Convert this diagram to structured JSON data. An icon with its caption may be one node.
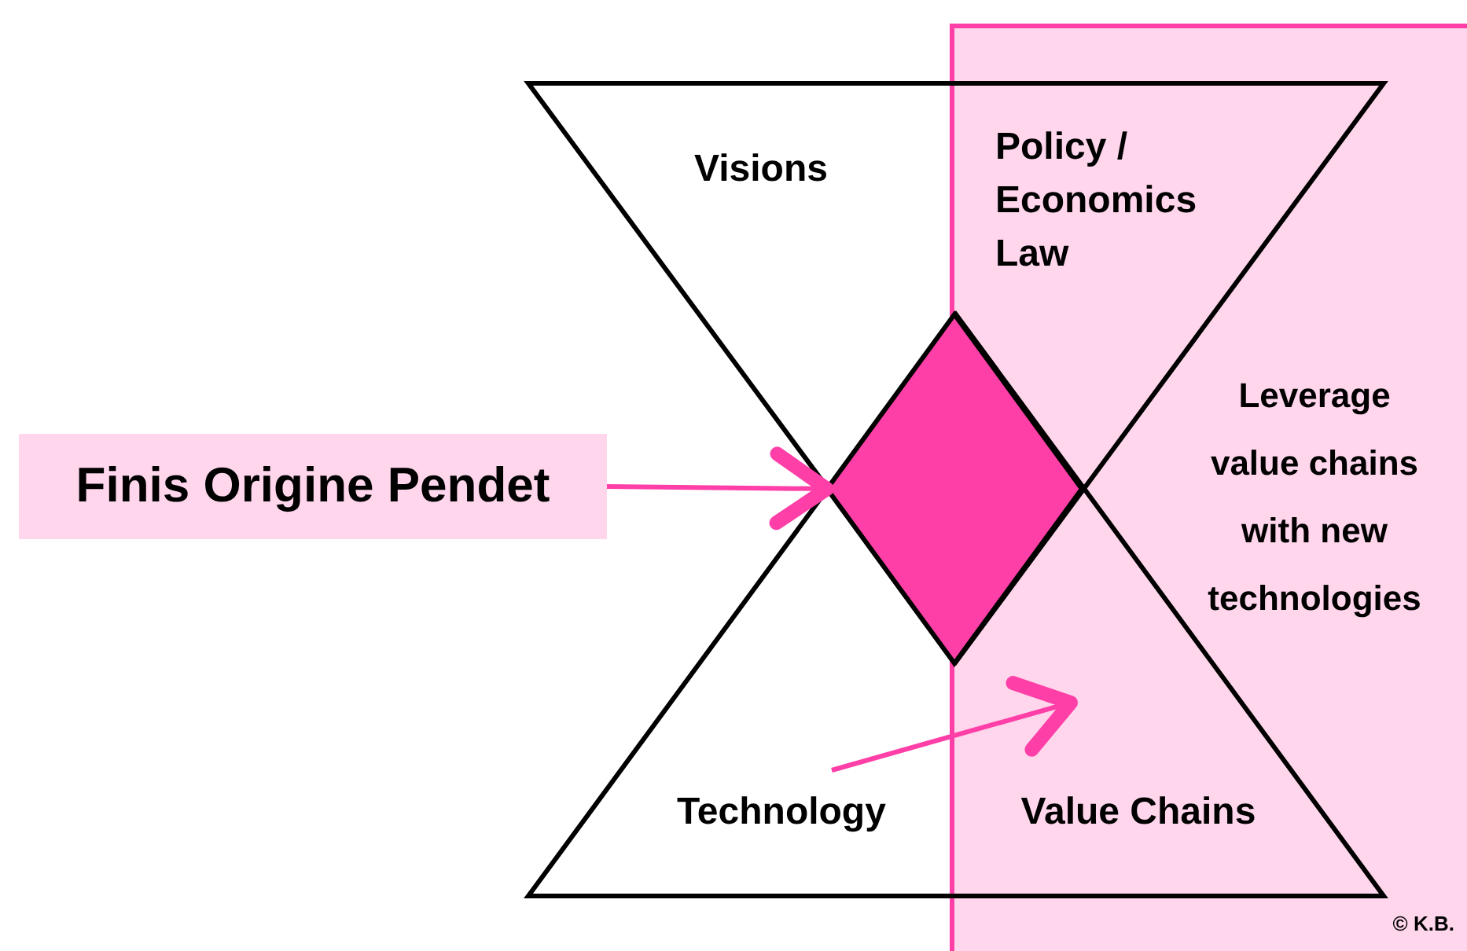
{
  "diagram": {
    "nodes": [
      {
        "text": [
          "Visions",
          "Policy / Economics Law"
        ]
      },
      {
        "text": [
          "Technology",
          "Value Chains"
        ]
      },
      {
        "text": [],
        "shape": "diamond"
      },
      {
        "text": [
          "Finis Origine Pendet"
        ]
      }
    ],
    "edges": [
      {
        "from": 3,
        "to": 2,
        "arrow": "to"
      }
    ],
    "labels": [
      "Leverage value chains with new technologies",
      "© K.B."
    ]
  }
}
